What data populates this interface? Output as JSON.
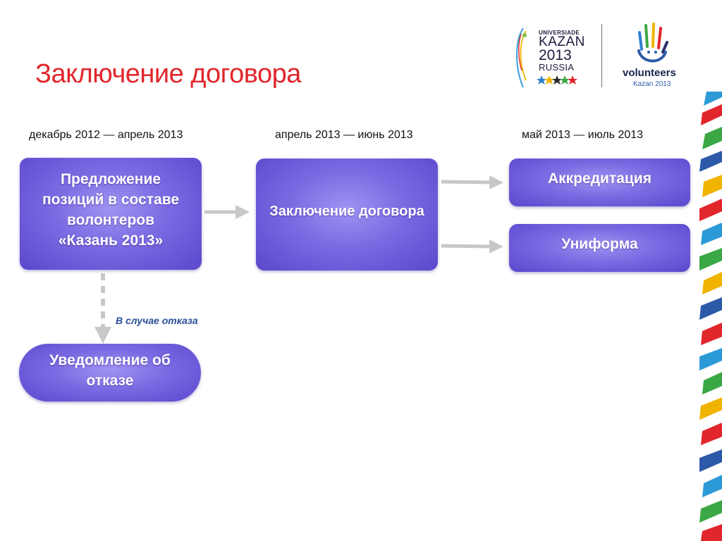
{
  "title": "Заключение договора",
  "periods": {
    "p1": "декабрь 2012 — апрель 2013",
    "p2": "апрель 2013 — июнь 2013",
    "p3": "май 2013 — июль 2013"
  },
  "nodes": {
    "proposal": {
      "lines": [
        "Предложение",
        "позиций в составе",
        "волонтеров",
        "«Казань 2013»"
      ]
    },
    "contract": "Заключение договора",
    "accreditation": "Аккредитация",
    "uniform": "Униформа",
    "refusal_notice": {
      "lines": [
        "Уведомление об",
        "отказе"
      ]
    }
  },
  "edge_labels": {
    "refusal": "В случае отказа"
  },
  "logos": {
    "universiade": {
      "line1": "UNIVERSIADE",
      "line2": "KAZAN",
      "line3": "2013",
      "line4": "RUSSIA"
    },
    "volunteers": {
      "word": "volunteers",
      "sub": "Kazan 2013"
    }
  },
  "colors": {
    "title": "#e1262c",
    "box_light": "#9f93f2",
    "box_dark": "#5a48cc",
    "arrow": "#c8c8c8",
    "edge_label": "#2a4f9a"
  }
}
